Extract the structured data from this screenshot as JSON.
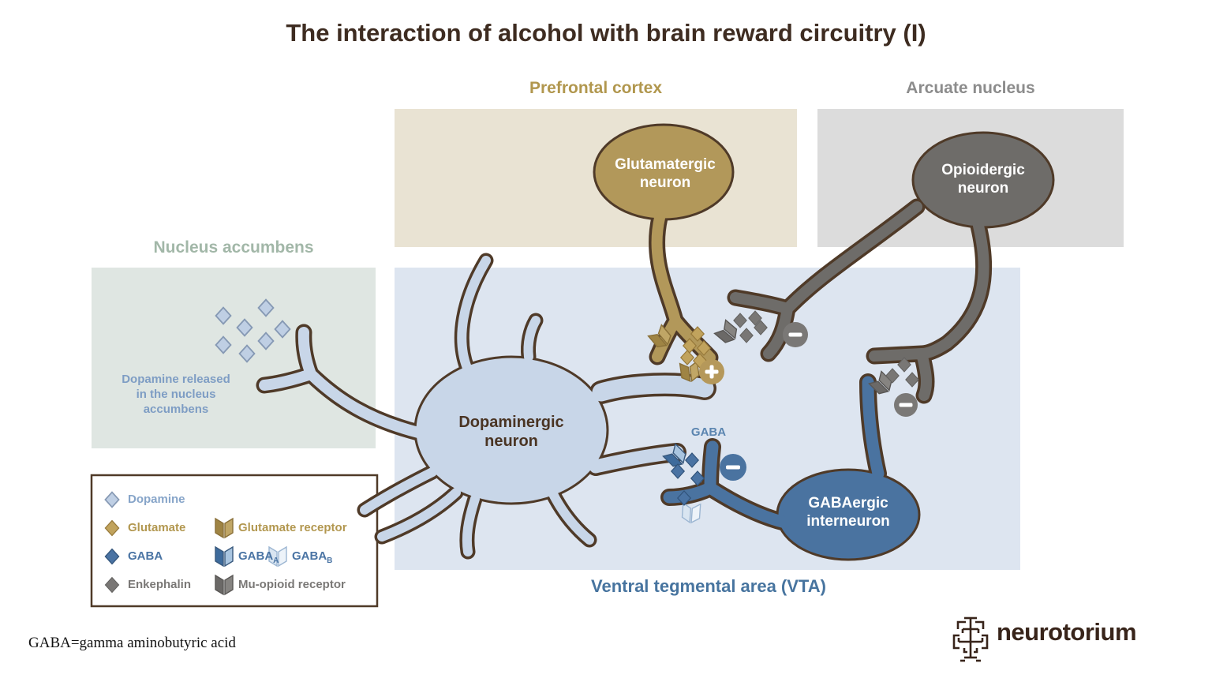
{
  "title": "The interaction of alcohol with brain reward circuitry (I)",
  "regions": {
    "prefrontal": "Prefrontal cortex",
    "arcuate": "Arcuate nucleus",
    "accumbens": "Nucleus accumbens",
    "vta": "Ventral tegmental area (VTA)"
  },
  "neurons": {
    "glutamatergic": "Glutamatergic\nneuron",
    "opioidergic": "Opioidergic\nneuron",
    "dopaminergic": "Dopaminergic\nneuron",
    "gabaergic": "GABAergic\ninterneuron"
  },
  "annotations": {
    "dopamine_released": "Dopamine released\nin the nucleus\naccumbens",
    "gaba": "GABA",
    "excitatory_sign": "+",
    "inhibitory_sign": "−"
  },
  "legend": {
    "dopamine": "Dopamine",
    "glutamate": "Glutamate",
    "gaba": "GABA",
    "enkephalin": "Enkephalin",
    "glutamate_receptor": "Glutamate receptor",
    "gaba_a_base": "GABA",
    "gaba_a_sub": "A",
    "gaba_b_base": "GABA",
    "gaba_b_sub": "B",
    "mu_receptor": "Mu-opioid receptor"
  },
  "footnote": "GABA=gamma aminobutyric acid",
  "logo": "neurotorium",
  "colors": {
    "title_brown": "#3e2c21",
    "outline_brown": "#4f3a28",
    "prefrontal_box": "#e9e3d3",
    "arcuate_box": "#dcdcdc",
    "accumbens_box": "#dfe6e2",
    "vta_box": "#dde5f0",
    "glutamate_gold": "#b2985a",
    "opioid_gray": "#6e6c69",
    "dopamine_blue": "#c8d6e8",
    "gaba_steel_blue": "#4a73a0",
    "plus_gold": "#b5985a",
    "minus_gray": "#7a7876",
    "minus_blue": "#4a73a0"
  }
}
